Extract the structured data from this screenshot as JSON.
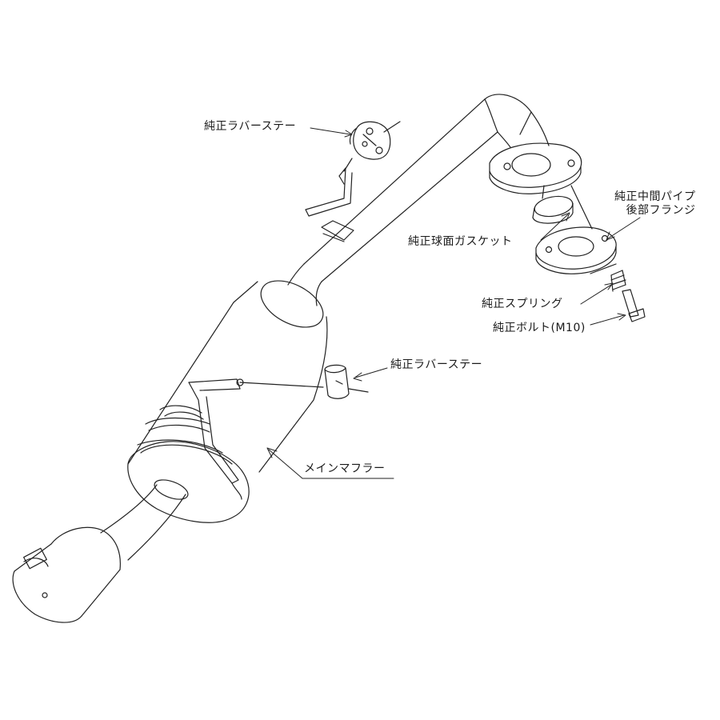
{
  "labels": {
    "rubber_stay_top": "純正ラバーステー",
    "rubber_stay_mid": "純正ラバーステー",
    "flange_line1": "純正中間パイプ",
    "flange_line2": "後部フランジ",
    "gasket": "純正球面ガスケット",
    "spring": "純正スプリング",
    "bolt": "純正ボルト(M10)",
    "main_muffler": "メインマフラー"
  },
  "colors": {
    "line": "#222222",
    "background": "#ffffff"
  }
}
